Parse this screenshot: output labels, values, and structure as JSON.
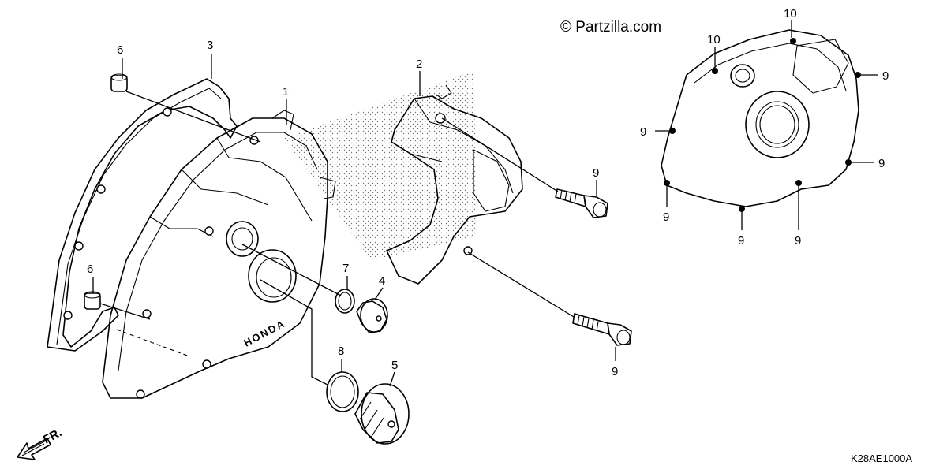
{
  "watermark": "© Partzilla.com",
  "diagram_code": "K28AE1000A",
  "direction_label": "FR.",
  "brand_mark": "HONDA",
  "callouts": {
    "c6_top": "6",
    "c3": "3",
    "c1": "1",
    "c2": "2",
    "c6_bottom": "6",
    "c7": "7",
    "c4": "4",
    "c8": "8",
    "c5": "5",
    "c9_bolt_upper": "9",
    "c9_bolt_lower": "9",
    "c10_top": "10",
    "c10_left": "10",
    "c9_right_top": "9",
    "c9_left": "9",
    "c9_right_mid": "9",
    "c9_bottom_left": "9",
    "c9_bottom_mid": "9",
    "c9_bottom_right": "9"
  }
}
